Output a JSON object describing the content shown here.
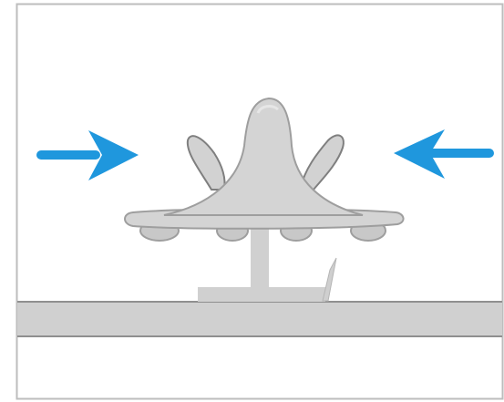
{
  "diagram": {
    "arrows": [
      {
        "id": "left-arrow",
        "direction": "right",
        "color": "#1f97dd"
      },
      {
        "id": "right-arrow",
        "direction": "left",
        "color": "#1f97dd"
      }
    ],
    "colors": {
      "frame": "#bdbdbd",
      "part_fill": "#d4d4d4",
      "part_stroke": "#9e9e9e",
      "rail_fill": "#d0d0d0",
      "rail_stroke": "#8f8f8f",
      "background": "#ffffff"
    },
    "parts": [
      "frame",
      "base-rail",
      "mount-base",
      "stem",
      "retaining-clip",
      "flange-disc",
      "central-dome",
      "side-wings",
      "underside-bumps"
    ]
  }
}
